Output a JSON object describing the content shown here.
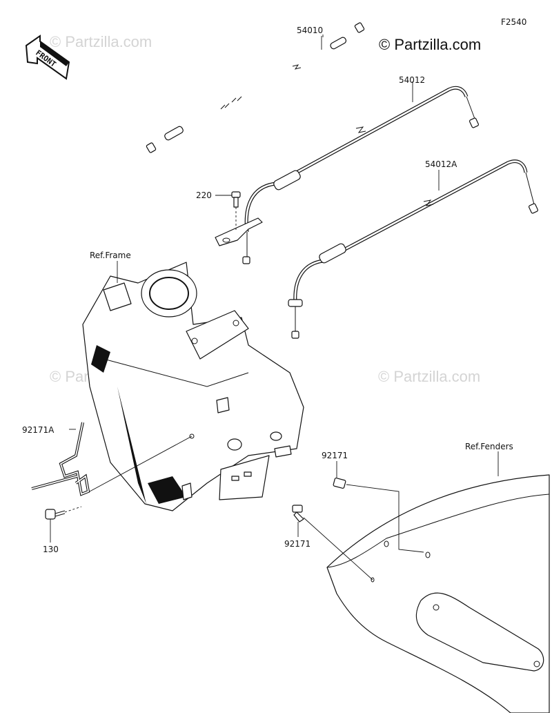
{
  "figure_code": "F2540",
  "brand": "© Partzilla.com",
  "watermarks": [
    "© Partzilla.com",
    "© Partzilla.com",
    "© Partzilla.com"
  ],
  "front_arrow": "FRONT",
  "references": {
    "frame": "Ref.Frame",
    "fenders": "Ref.Fenders"
  },
  "callouts": {
    "c54010": "54010",
    "c54012": "54012",
    "c54012a": "54012A",
    "c220": "220",
    "c92171a": "92171A",
    "c130": "130",
    "c92171_top": "92171",
    "c92171_bottom": "92171"
  }
}
